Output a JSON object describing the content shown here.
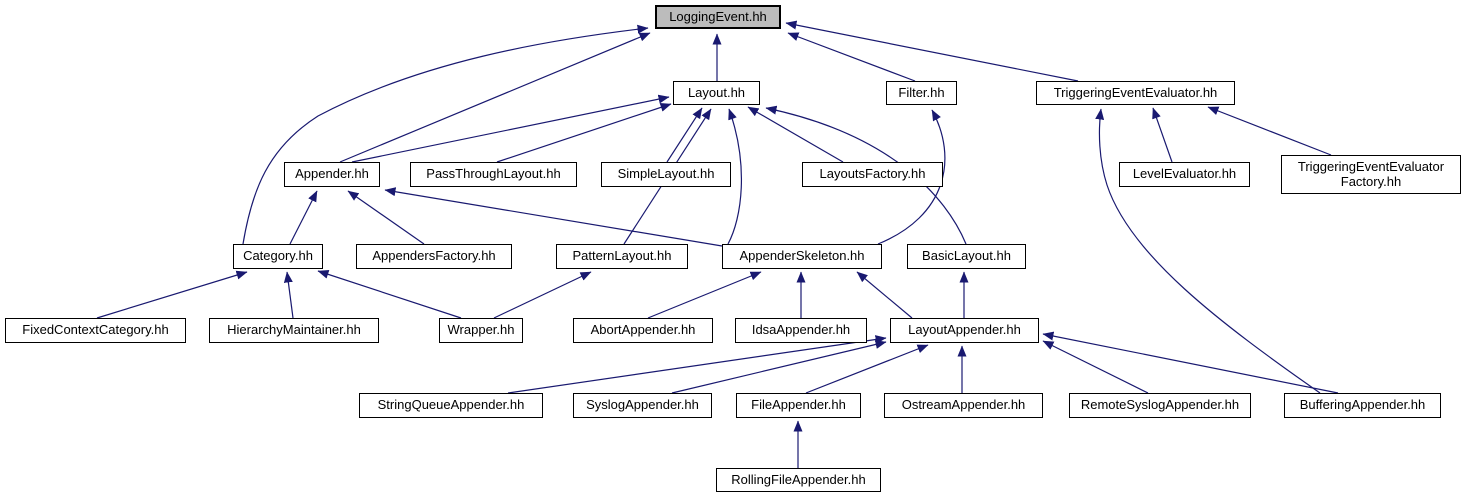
{
  "diagram": {
    "type": "include-dependency-graph",
    "root": "LoggingEvent.hh",
    "nodes": [
      {
        "label": "LoggingEvent.hh"
      },
      {
        "label": "Layout.hh"
      },
      {
        "label": "Filter.hh"
      },
      {
        "label": "TriggeringEventEvaluator.hh"
      },
      {
        "label": "Appender.hh"
      },
      {
        "label": "PassThroughLayout.hh"
      },
      {
        "label": "SimpleLayout.hh"
      },
      {
        "label": "LayoutsFactory.hh"
      },
      {
        "label": "LevelEvaluator.hh"
      },
      {
        "label": "TriggeringEventEvaluator Factory.hh"
      },
      {
        "label": "Category.hh"
      },
      {
        "label": "AppendersFactory.hh"
      },
      {
        "label": "PatternLayout.hh"
      },
      {
        "label": "AppenderSkeleton.hh"
      },
      {
        "label": "BasicLayout.hh"
      },
      {
        "label": "FixedContextCategory.hh"
      },
      {
        "label": "HierarchyMaintainer.hh"
      },
      {
        "label": "Wrapper.hh"
      },
      {
        "label": "AbortAppender.hh"
      },
      {
        "label": "IdsaAppender.hh"
      },
      {
        "label": "LayoutAppender.hh"
      },
      {
        "label": "StringQueueAppender.hh"
      },
      {
        "label": "SyslogAppender.hh"
      },
      {
        "label": "FileAppender.hh"
      },
      {
        "label": "OstreamAppender.hh"
      },
      {
        "label": "RemoteSyslogAppender.hh"
      },
      {
        "label": "BufferingAppender.hh"
      },
      {
        "label": "RollingFileAppender.hh"
      }
    ],
    "edges": [
      {
        "from": "Layout.hh",
        "to": "LoggingEvent.hh"
      },
      {
        "from": "Appender.hh",
        "to": "LoggingEvent.hh"
      },
      {
        "from": "Category.hh",
        "to": "LoggingEvent.hh"
      },
      {
        "from": "Filter.hh",
        "to": "LoggingEvent.hh"
      },
      {
        "from": "TriggeringEventEvaluator.hh",
        "to": "LoggingEvent.hh"
      },
      {
        "from": "Appender.hh",
        "to": "Layout.hh"
      },
      {
        "from": "PassThroughLayout.hh",
        "to": "Layout.hh"
      },
      {
        "from": "SimpleLayout.hh",
        "to": "Layout.hh"
      },
      {
        "from": "PatternLayout.hh",
        "to": "Layout.hh"
      },
      {
        "from": "AppenderSkeleton.hh",
        "to": "Layout.hh"
      },
      {
        "from": "LayoutsFactory.hh",
        "to": "Layout.hh"
      },
      {
        "from": "BasicLayout.hh",
        "to": "Layout.hh"
      },
      {
        "from": "AppenderSkeleton.hh",
        "to": "Filter.hh"
      },
      {
        "from": "Category.hh",
        "to": "Appender.hh"
      },
      {
        "from": "AppendersFactory.hh",
        "to": "Appender.hh"
      },
      {
        "from": "AppenderSkeleton.hh",
        "to": "Appender.hh"
      },
      {
        "from": "FixedContextCategory.hh",
        "to": "Category.hh"
      },
      {
        "from": "HierarchyMaintainer.hh",
        "to": "Category.hh"
      },
      {
        "from": "Wrapper.hh",
        "to": "Category.hh"
      },
      {
        "from": "Wrapper.hh",
        "to": "PatternLayout.hh"
      },
      {
        "from": "AbortAppender.hh",
        "to": "AppenderSkeleton.hh"
      },
      {
        "from": "IdsaAppender.hh",
        "to": "AppenderSkeleton.hh"
      },
      {
        "from": "LayoutAppender.hh",
        "to": "AppenderSkeleton.hh"
      },
      {
        "from": "LayoutAppender.hh",
        "to": "BasicLayout.hh"
      },
      {
        "from": "StringQueueAppender.hh",
        "to": "LayoutAppender.hh"
      },
      {
        "from": "SyslogAppender.hh",
        "to": "LayoutAppender.hh"
      },
      {
        "from": "FileAppender.hh",
        "to": "LayoutAppender.hh"
      },
      {
        "from": "OstreamAppender.hh",
        "to": "LayoutAppender.hh"
      },
      {
        "from": "RemoteSyslogAppender.hh",
        "to": "LayoutAppender.hh"
      },
      {
        "from": "BufferingAppender.hh",
        "to": "LayoutAppender.hh"
      },
      {
        "from": "LevelEvaluator.hh",
        "to": "TriggeringEventEvaluator.hh"
      },
      {
        "from": "TriggeringEventEvaluator Factory.hh",
        "to": "TriggeringEventEvaluator.hh"
      },
      {
        "from": "BufferingAppender.hh",
        "to": "TriggeringEventEvaluator.hh"
      },
      {
        "from": "RollingFileAppender.hh",
        "to": "FileAppender.hh"
      }
    ]
  },
  "colors": {
    "edge": "#191970",
    "node_border": "#000000",
    "node_fill": "#ffffff",
    "root_fill": "#bcbcbc",
    "background": "#ffffff"
  }
}
